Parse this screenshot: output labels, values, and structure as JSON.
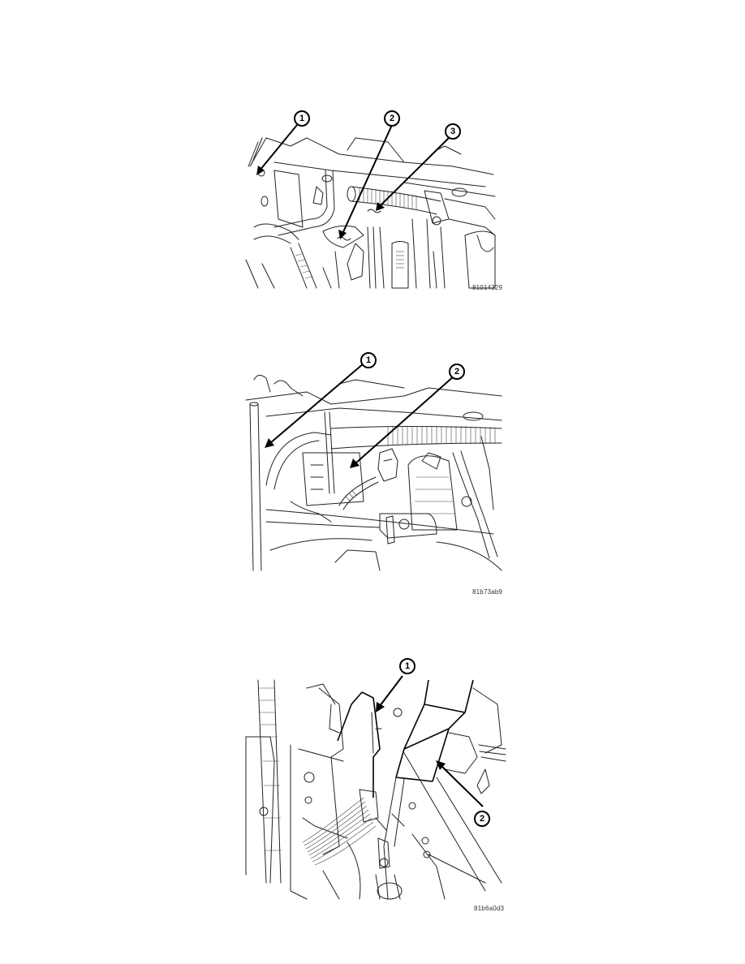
{
  "figures": [
    {
      "id": "81014329",
      "callouts": [
        {
          "label": "1"
        },
        {
          "label": "2"
        },
        {
          "label": "3"
        }
      ]
    },
    {
      "id": "81b73ab9",
      "callouts": [
        {
          "label": "1"
        },
        {
          "label": "2"
        }
      ]
    },
    {
      "id": "81b6a0d3",
      "callouts": [
        {
          "label": "1"
        },
        {
          "label": "2"
        }
      ]
    }
  ]
}
